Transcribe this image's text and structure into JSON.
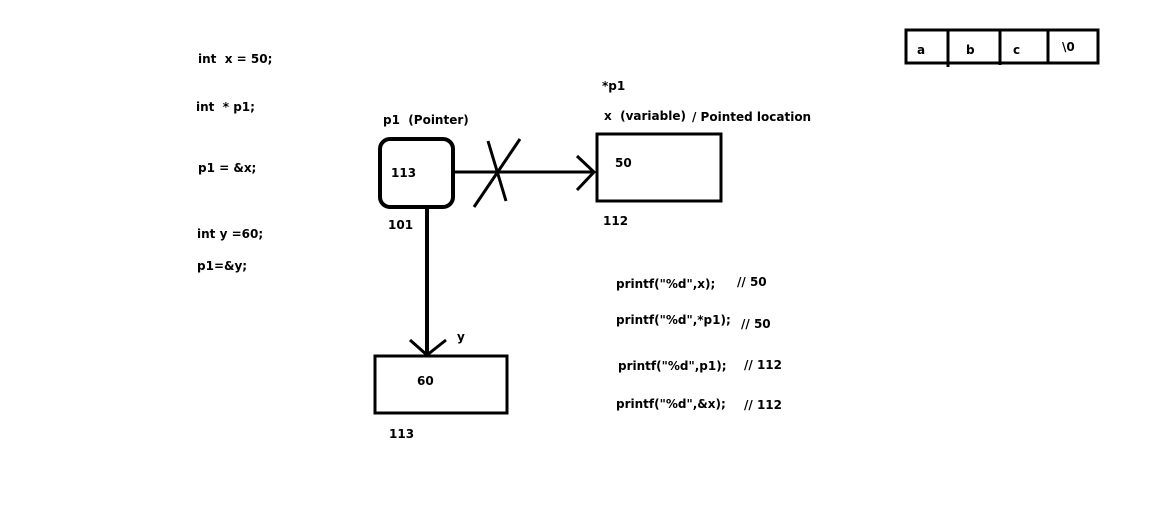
{
  "code": {
    "line1": "int  x = 50;",
    "line2": "int  * p1;",
    "line3": "p1 = &x;",
    "line4": "int y =60;",
    "line5": "p1=&y;"
  },
  "pointer_box": {
    "title": "p1  (Pointer)",
    "value": "113",
    "address": "101"
  },
  "x_box": {
    "deref_label": "*p1",
    "title": "x  (variable)",
    "pointed_note": "/ Pointed location",
    "value": "50",
    "address": "112"
  },
  "y_box": {
    "title": "y",
    "value": "60",
    "address": "113"
  },
  "printf": [
    {
      "stmt": "printf(\"%d\",x);",
      "comment": "// 50"
    },
    {
      "stmt": "printf(\"%d\",*p1);",
      "comment": "// 50"
    },
    {
      "stmt": "printf(\"%d\",p1);",
      "comment": "// 112"
    },
    {
      "stmt": "printf(\"%d\",&x);",
      "comment": "// 112"
    }
  ],
  "char_array": [
    "a",
    "b",
    "c",
    "\\0"
  ]
}
